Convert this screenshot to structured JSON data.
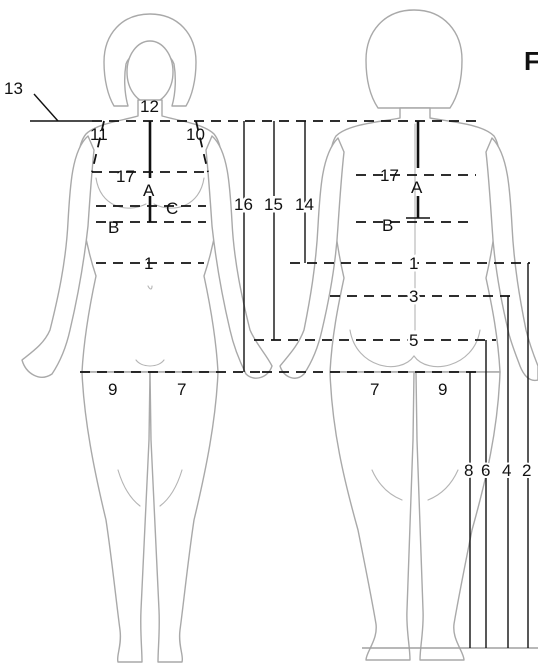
{
  "figure": {
    "header_letter": "F",
    "views": [
      "front",
      "back"
    ]
  },
  "labels": {
    "waist_girth": "1",
    "waist_height": "2",
    "hip_girth": "3",
    "hip_height": "4",
    "seat_girth": "5",
    "seat_height": "6",
    "thigh_girth_back_left": "7",
    "crotch_height": "8",
    "thigh_girth_back_right": "9",
    "front_10": "10",
    "front_11": "11",
    "neck_12": "12",
    "shoulder_13": "13",
    "height_14": "14",
    "height_15": "15",
    "height_16": "16",
    "front_17": "17",
    "back_17": "17",
    "front_A": "A",
    "back_A": "A",
    "front_B": "B",
    "back_B": "B",
    "front_C": "C",
    "front_1": "1",
    "back_1": "1",
    "front_7": "7",
    "front_9": "9"
  },
  "colors": {
    "outline": "#a9a9a9",
    "measure_line": "#111111"
  }
}
